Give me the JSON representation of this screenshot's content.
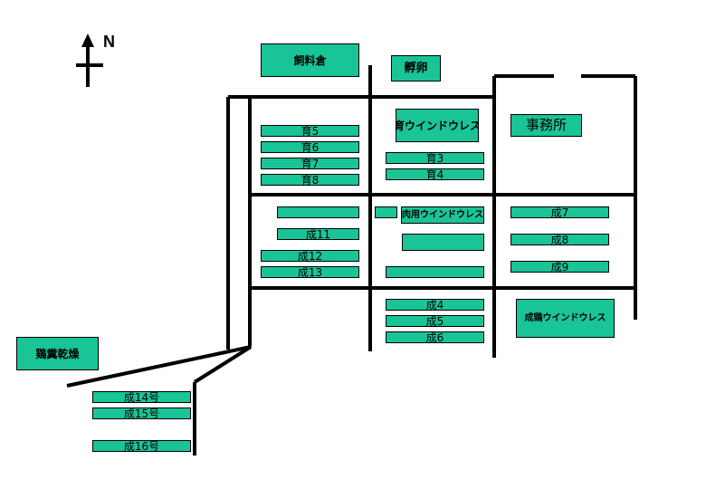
{
  "compass": {
    "label": "N"
  },
  "colors": {
    "building": "#19c497",
    "road": "#000000",
    "background": "#ffffff"
  },
  "facilities": {
    "feed_storage": "飼料倉",
    "hatchery": "孵卵",
    "office": "事務所",
    "rearing_windowless": "育ウインドウレス",
    "broiler_windowless": "肉用ウインドウレス",
    "layer_windowless": "成鶏ウインドウレス",
    "manure_drying": "鶏糞乾燥"
  },
  "houses": {
    "iku5": "育5",
    "iku6": "育6",
    "iku7": "育7",
    "iku8": "育8",
    "iku3": "育3",
    "iku4": "育4",
    "sei4": "成4",
    "sei5": "成5",
    "sei6": "成6",
    "sei7": "成7",
    "sei8": "成8",
    "sei9": "成9",
    "sei11": "成11",
    "sei12": "成12",
    "sei13": "成13",
    "sei14": "成14号",
    "sei15": "成15号",
    "sei16": "成16号",
    "unlabeled": ""
  }
}
